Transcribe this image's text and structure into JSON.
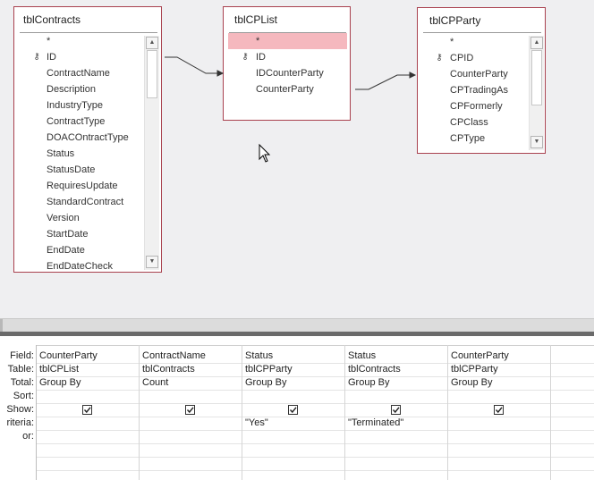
{
  "tables": [
    {
      "title": "tblContracts",
      "fields": [
        "*",
        "ID",
        "ContractName",
        "Description",
        "IndustryType",
        "ContractType",
        "DOACOntractType",
        "Status",
        "StatusDate",
        "RequiresUpdate",
        "StandardContract",
        "Version",
        "StartDate",
        "EndDate",
        "EndDateCheck"
      ],
      "key_field": "ID",
      "has_scrollbar": true
    },
    {
      "title": "tblCPList",
      "fields": [
        "*",
        "ID",
        "IDCounterParty",
        "CounterParty"
      ],
      "key_field": "ID",
      "selected_field": "*",
      "has_scrollbar": false
    },
    {
      "title": "tblCPParty",
      "fields": [
        "*",
        "CPID",
        "CounterParty",
        "CPTradingAs",
        "CPFormerly",
        "CPClass",
        "CPType"
      ],
      "key_field": "CPID",
      "has_scrollbar": true
    }
  ],
  "grid": {
    "row_labels": [
      "Field:",
      "Table:",
      "Total:",
      "Sort:",
      "Show:",
      "riteria:",
      "or:"
    ],
    "columns": [
      {
        "field": "CounterParty",
        "table": "tblCPList",
        "total": "Group By",
        "sort": "",
        "show": true,
        "criteria": "",
        "or": ""
      },
      {
        "field": "ContractName",
        "table": "tblContracts",
        "total": "Count",
        "sort": "",
        "show": true,
        "criteria": "",
        "or": ""
      },
      {
        "field": "Status",
        "table": "tblCPParty",
        "total": "Group By",
        "sort": "",
        "show": true,
        "criteria": "\"Yes\"",
        "or": ""
      },
      {
        "field": "Status",
        "table": "tblContracts",
        "total": "Group By",
        "sort": "",
        "show": true,
        "criteria": "\"Terminated\"",
        "or": ""
      },
      {
        "field": "CounterParty",
        "table": "tblCPParty",
        "total": "Group By",
        "sort": "",
        "show": true,
        "criteria": "",
        "or": ""
      }
    ]
  },
  "colors": {
    "table_border": "#a9414f",
    "selected_field": "#f5b8be",
    "design_background": "#efeff1"
  },
  "icons": {
    "primary_key": "key-icon",
    "scroll_up": "chevron-up-icon",
    "scroll_down": "chevron-down-icon",
    "cursor": "mouse-cursor-icon",
    "checkbox": "checkmark-icon"
  }
}
